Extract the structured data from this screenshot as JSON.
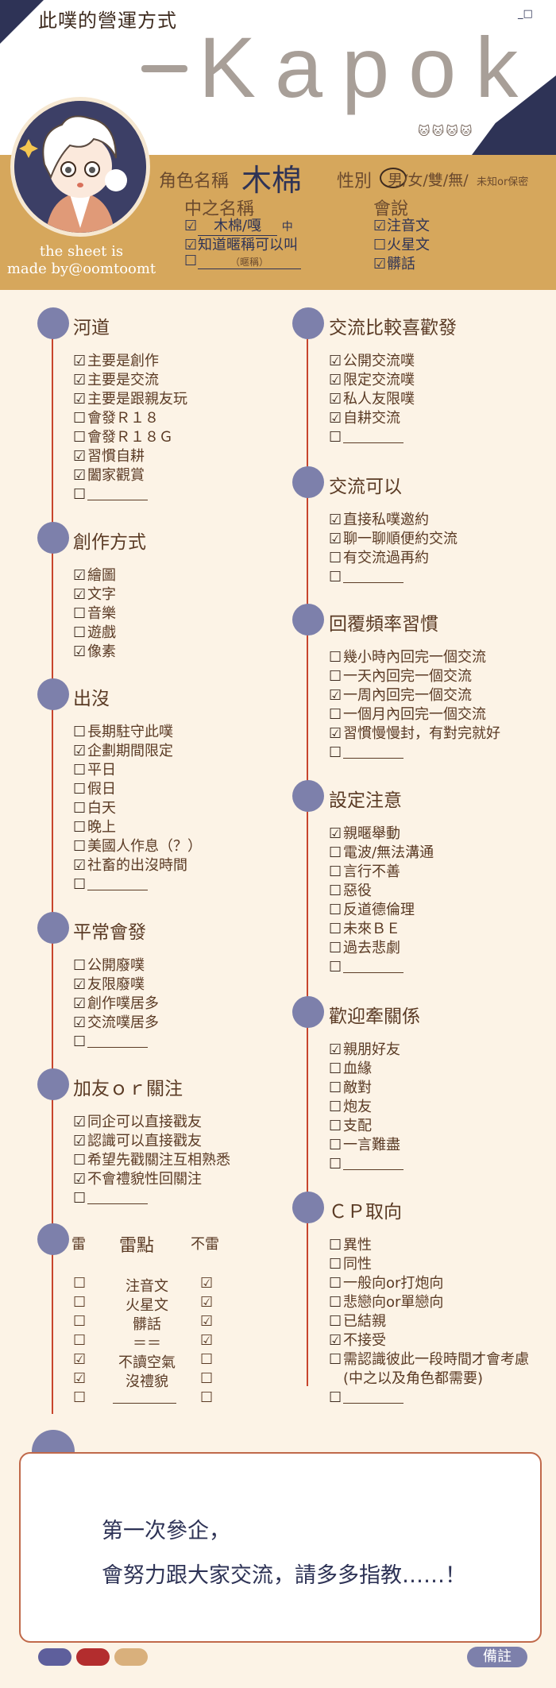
{
  "header": {
    "title": "此噗的營運方式",
    "window_controls": "_□",
    "brand": "Kapok",
    "brand_dash": "—",
    "cats": "🐱🐱🐱🐱"
  },
  "credit": {
    "line1": "the sheet is",
    "line2": "made by@oomtoomt"
  },
  "profile": {
    "name_label": "角色名稱",
    "name_value": "木棉",
    "gender_label": "性別",
    "gender_options": "男/女/雙/無/",
    "gender_small": "未知or保密",
    "nick_label": "中之名稱",
    "nick_items": [
      {
        "box": "☑",
        "text": "木棉/嘎",
        "suffix": "中"
      },
      {
        "box": "☑",
        "text": "知道暱稱可以叫"
      },
      {
        "box": "☐",
        "text": "（暱稱）"
      }
    ],
    "lang_label": "會說",
    "lang_items": [
      {
        "box": "☑",
        "text": "注音文"
      },
      {
        "box": "☐",
        "text": "火星文"
      },
      {
        "box": "☑",
        "text": "髒話"
      }
    ]
  },
  "left_sections": [
    {
      "title": "河道",
      "items": [
        {
          "box": "☑",
          "text": "主要是創作"
        },
        {
          "box": "☑",
          "text": "主要是交流"
        },
        {
          "box": "☑",
          "text": "主要是跟親友玩"
        },
        {
          "box": "☐",
          "text": "會發Ｒ１８"
        },
        {
          "box": "☐",
          "text": "會發Ｒ１８Ｇ"
        },
        {
          "box": "☑",
          "text": "習慣自耕"
        },
        {
          "box": "☑",
          "text": "闔家觀賞"
        },
        {
          "box": "☐",
          "text": ""
        }
      ]
    },
    {
      "title": "創作方式",
      "items": [
        {
          "box": "☑",
          "text": "繪圖"
        },
        {
          "box": "☑",
          "text": "文字"
        },
        {
          "box": "☐",
          "text": "音樂"
        },
        {
          "box": "☐",
          "text": "遊戲"
        },
        {
          "box": "☑",
          "text": "像素"
        }
      ]
    },
    {
      "title": "出沒",
      "items": [
        {
          "box": "☐",
          "text": "長期駐守此噗"
        },
        {
          "box": "☑",
          "text": "企劃期間限定"
        },
        {
          "box": "☐",
          "text": "平日"
        },
        {
          "box": "☐",
          "text": "假日"
        },
        {
          "box": "☐",
          "text": "白天"
        },
        {
          "box": "☐",
          "text": "晚上"
        },
        {
          "box": "☐",
          "text": "美國人作息（？）"
        },
        {
          "box": "☑",
          "text": "社畜的出沒時間"
        },
        {
          "box": "☐",
          "text": ""
        }
      ]
    },
    {
      "title": "平常會發",
      "items": [
        {
          "box": "☐",
          "text": "公開廢噗"
        },
        {
          "box": "☑",
          "text": "友限廢噗"
        },
        {
          "box": "☑",
          "text": "創作噗居多"
        },
        {
          "box": "☑",
          "text": "交流噗居多"
        },
        {
          "box": "☐",
          "text": ""
        }
      ]
    },
    {
      "title": "加友ｏｒ關注",
      "items": [
        {
          "box": "☑",
          "text": "同企可以直接戳友"
        },
        {
          "box": "☑",
          "text": "認識可以直接戳友"
        },
        {
          "box": "☐",
          "text": "希望先戳關注互相熟悉"
        },
        {
          "box": "☑",
          "text": "不會禮貌性回關注"
        },
        {
          "box": "☐",
          "text": ""
        }
      ]
    }
  ],
  "landmine": {
    "col_left": "雷",
    "col_mid": "雷點",
    "col_right": "不雷",
    "rows": [
      {
        "l": "☐",
        "t": "注音文",
        "r": "☑"
      },
      {
        "l": "☐",
        "t": "火星文",
        "r": "☑"
      },
      {
        "l": "☐",
        "t": "髒話",
        "r": "☑"
      },
      {
        "l": "☐",
        "t": "＝＝",
        "r": "☑"
      },
      {
        "l": "☑",
        "t": "不讀空氣",
        "r": "☐"
      },
      {
        "l": "☑",
        "t": "沒禮貌",
        "r": "☐"
      },
      {
        "l": "☐",
        "t": "",
        "r": "☐"
      }
    ]
  },
  "right_sections": [
    {
      "title": "交流比較喜歡發",
      "items": [
        {
          "box": "☑",
          "text": "公開交流噗"
        },
        {
          "box": "☑",
          "text": "限定交流噗"
        },
        {
          "box": "☑",
          "text": "私人友限噗"
        },
        {
          "box": "☑",
          "text": "自耕交流"
        },
        {
          "box": "☐",
          "text": ""
        }
      ]
    },
    {
      "title": "交流可以",
      "items": [
        {
          "box": "☑",
          "text": "直接私噗邀約"
        },
        {
          "box": "☑",
          "text": "聊一聊順便約交流"
        },
        {
          "box": "☐",
          "text": "有交流過再約"
        },
        {
          "box": "☐",
          "text": ""
        }
      ]
    },
    {
      "title": "回覆頻率習慣",
      "items": [
        {
          "box": "☐",
          "text": "幾小時內回完一個交流"
        },
        {
          "box": "☐",
          "text": "一天內回完一個交流"
        },
        {
          "box": "☑",
          "text": "一周內回完一個交流"
        },
        {
          "box": "☐",
          "text": "一個月內回完一個交流"
        },
        {
          "box": "☑",
          "text": "習慣慢慢封，有對完就好"
        },
        {
          "box": "☐",
          "text": ""
        }
      ]
    },
    {
      "title": "設定注意",
      "items": [
        {
          "box": "☑",
          "text": "親暱舉動"
        },
        {
          "box": "☐",
          "text": "電波/無法溝通"
        },
        {
          "box": "☐",
          "text": "言行不善"
        },
        {
          "box": "☐",
          "text": "惡役"
        },
        {
          "box": "☐",
          "text": "反道德倫理"
        },
        {
          "box": "☐",
          "text": "未來ＢＥ"
        },
        {
          "box": "☐",
          "text": "過去悲劇"
        },
        {
          "box": "☐",
          "text": ""
        }
      ]
    },
    {
      "title": "歡迎牽關係",
      "items": [
        {
          "box": "☑",
          "text": "親朋好友"
        },
        {
          "box": "☐",
          "text": "血緣"
        },
        {
          "box": "☐",
          "text": "敵對"
        },
        {
          "box": "☐",
          "text": "炮友"
        },
        {
          "box": "☐",
          "text": "支配"
        },
        {
          "box": "☐",
          "text": "一言難盡"
        },
        {
          "box": "☐",
          "text": ""
        }
      ]
    },
    {
      "title": "ＣＰ取向",
      "items": [
        {
          "box": "☐",
          "text": "異性"
        },
        {
          "box": "☐",
          "text": "同性"
        },
        {
          "box": "☐",
          "text": "一般向or打炮向"
        },
        {
          "box": "☐",
          "text": "悲戀向or單戀向"
        },
        {
          "box": "☐",
          "text": "已結親"
        },
        {
          "box": "☑",
          "text": "不接受"
        },
        {
          "box": "☐",
          "text": "需認識彼此一段時間才會考慮"
        },
        {
          "box": "",
          "text": "(中之以及角色都需要)"
        },
        {
          "box": "☐",
          "text": ""
        }
      ]
    }
  ],
  "note": {
    "line1": "第一次參企，",
    "line2": "會努力跟大家交流，請多多指教……！",
    "memo_label": "備註"
  },
  "colors": {
    "navy": "#2e3356",
    "gold": "#d6a75c",
    "purple": "#7d80ab",
    "red": "#c8452d",
    "swatch1": "#5e5f9c",
    "swatch2": "#b32d2e",
    "swatch3": "#d9b07c"
  }
}
